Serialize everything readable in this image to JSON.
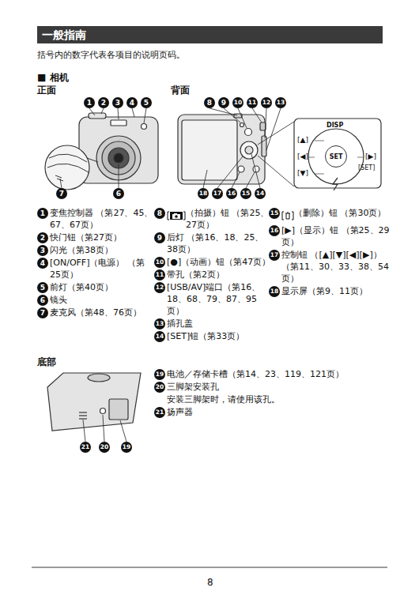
{
  "diagram": {
    "title": "一般指南",
    "nodes": [
      {
        "text": [
          "SET"
        ]
      }
    ],
    "labels": [
      "括号内的数字代表各项目的说明页码。",
      "■ 相机",
      "正面",
      "背面",
      "1",
      "2",
      "3",
      "4",
      "5",
      "7",
      "6",
      "8",
      "9",
      "10",
      "11",
      "12",
      "13",
      "18",
      "17",
      "16",
      "15",
      "14",
      "DISP",
      "[▲]",
      "[◀]",
      "[▶]",
      "[SET]",
      "[▼]",
      "1",
      "变焦控制器 （第27、45、67、67页）",
      "2",
      "快门钮（第27页）",
      "3",
      "闪光（第38页）",
      "4",
      "[ON/OFF]（电源） （第25页）",
      "5",
      "前灯（第40页）",
      "6",
      "镜头",
      "7",
      "麦克风（第48、76页）",
      "8",
      "（拍摄）钮 （第25、27页）",
      "9",
      "后灯 （第16、18、25、38页）",
      "10",
      "[●]（动画）钮（第47页）",
      "11",
      "带孔（第2页）",
      "12",
      "[USB/AV]端口（第16、18、68、79、87、95页）",
      "13",
      "插孔盖",
      "14",
      "[SET]钮（第33页）",
      "15",
      "（删除）钮 （第30页）",
      "16",
      "[▶]（显示）钮 （第25、29页）",
      "17",
      "控制钮 （[▲][▼][◀][▶]） （第11、30、33、38、54页）",
      "18",
      "显示屏（第9、11页）",
      "底部",
      "21",
      "20",
      "19",
      "19",
      "电池／存储卡槽（第14、23、119、121页）",
      "20",
      "三脚架安装孔",
      "安装三脚架时，请使用该孔。",
      "21",
      "扬声器",
      "8"
    ]
  }
}
